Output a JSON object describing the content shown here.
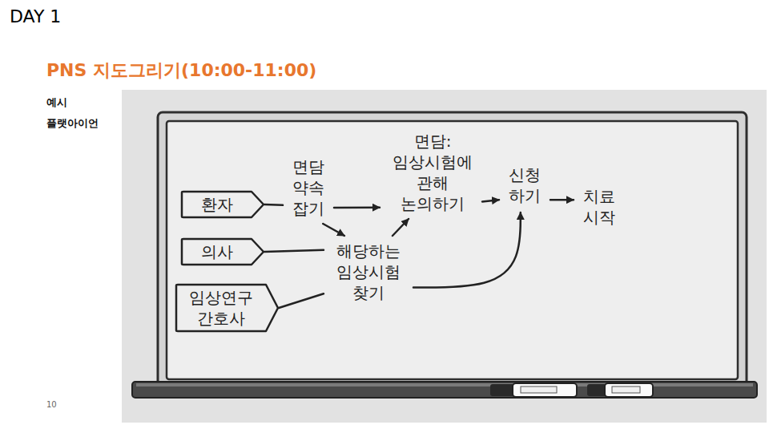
{
  "diagram": {
    "title": "PNS 지도그리기(10:00-11:00)",
    "nodes": [
      {
        "text": [
          "환자"
        ]
      },
      {
        "text": [
          "의사"
        ]
      },
      {
        "text": [
          "임상연구 간호사"
        ]
      },
      {
        "text": [
          "면담 약속 잡기"
        ]
      },
      {
        "text": [
          "면담: 임상시험에 관해 논의하기"
        ]
      },
      {
        "text": [
          "해당하는 임상시험 찾기"
        ]
      },
      {
        "text": [
          "신청 하기"
        ]
      },
      {
        "text": [
          "치료 시작"
        ]
      }
    ],
    "edges": [
      {
        "from": 0,
        "to": 3,
        "arrow": "none"
      },
      {
        "from": 1,
        "to": 5,
        "arrow": "none"
      },
      {
        "from": 2,
        "to": 5,
        "arrow": "none"
      },
      {
        "from": 3,
        "to": 4,
        "arrow": "to"
      },
      {
        "from": 3,
        "to": 5,
        "arrow": "to"
      },
      {
        "from": 5,
        "to": 4,
        "arrow": "to"
      },
      {
        "from": 4,
        "to": 6,
        "arrow": "to"
      },
      {
        "from": 5,
        "to": 6,
        "arrow": "to"
      },
      {
        "from": 6,
        "to": 7,
        "arrow": "to"
      }
    ],
    "labels": [
      "DAY 1",
      "예시",
      "플랫아이언",
      "10"
    ]
  }
}
